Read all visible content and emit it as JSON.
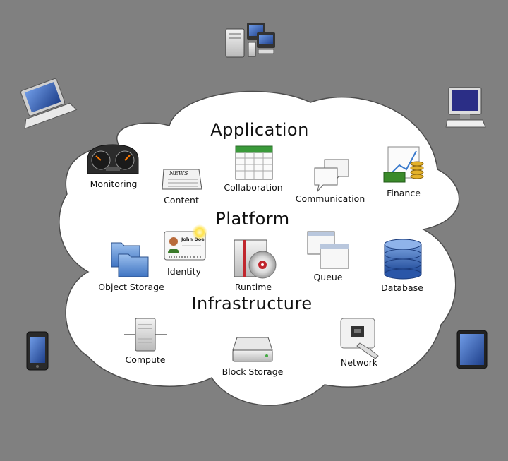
{
  "colors": {
    "background": "#808080",
    "cloud": "#ffffff",
    "cloud_outline": "#4d4d4d",
    "device_blue": "#3b6cc4",
    "folder_blue": "#5b8fd6",
    "money_green": "#3a8a2a",
    "gold": "#d8a520",
    "runtime_red": "#c0262d"
  },
  "layers": {
    "application": "Application",
    "platform": "Platform",
    "infrastructure": "Infrastructure"
  },
  "services": {
    "monitoring": "Monitoring",
    "content": "Content",
    "collaboration": "Collaboration",
    "communication": "Communication",
    "finance": "Finance",
    "identity": "Identity",
    "object_storage": "Object Storage",
    "runtime": "Runtime",
    "queue": "Queue",
    "database": "Database",
    "compute": "Compute",
    "block_storage": "Block Storage",
    "network": "Network"
  },
  "icon_text": {
    "news": "NEWS",
    "id_card_name": "John Doe"
  },
  "devices": [
    "server-cluster-icon",
    "laptop-icon",
    "desktop-computer-icon",
    "smartphone-icon",
    "tablet-icon"
  ]
}
